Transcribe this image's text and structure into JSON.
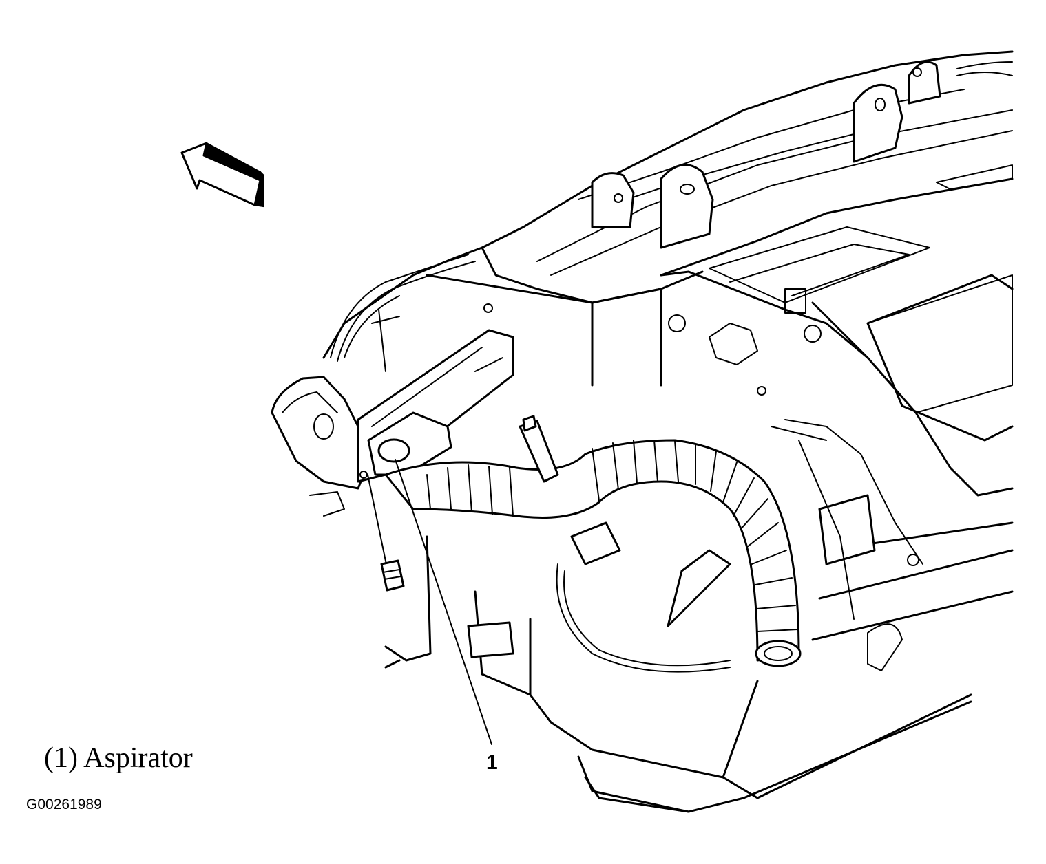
{
  "figure": {
    "callout_number": "1",
    "legend_text": "(1) Aspirator",
    "figure_id": "G00261989"
  },
  "parts": [
    {
      "callout": "1",
      "name": "Aspirator"
    }
  ],
  "icons": {
    "direction_arrow": "forward-arrow-icon",
    "fastener": "screw-icon"
  }
}
